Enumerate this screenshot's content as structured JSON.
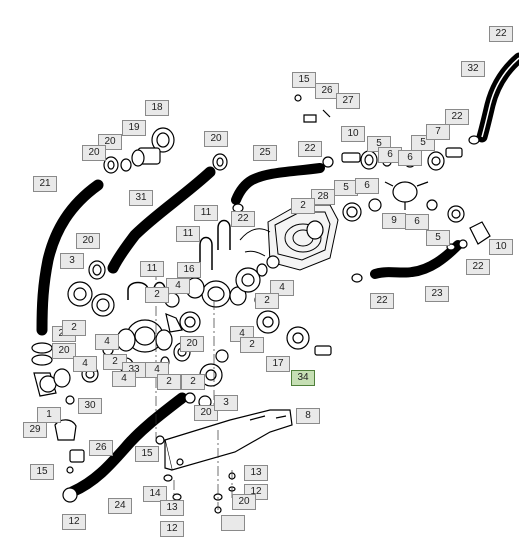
{
  "diagram": {
    "highlight_color": "#c6dfb4",
    "callouts": [
      {
        "id": "c-22-a",
        "label": "22"
      },
      {
        "id": "c-32",
        "label": "32"
      },
      {
        "id": "c-15-a",
        "label": "15"
      },
      {
        "id": "c-26-a",
        "label": "26"
      },
      {
        "id": "c-27",
        "label": "27"
      },
      {
        "id": "c-18",
        "label": "18"
      },
      {
        "id": "c-20-a",
        "label": "20"
      },
      {
        "id": "c-19",
        "label": "19"
      },
      {
        "id": "c-20-b",
        "label": "20"
      },
      {
        "id": "c-20-c",
        "label": "20"
      },
      {
        "id": "c-10-a",
        "label": "10"
      },
      {
        "id": "c-22-b",
        "label": "22"
      },
      {
        "id": "c-22-c",
        "label": "22"
      },
      {
        "id": "c-25",
        "label": "25"
      },
      {
        "id": "c-5-a",
        "label": "5"
      },
      {
        "id": "c-6-a",
        "label": "6"
      },
      {
        "id": "c-5-b",
        "label": "5"
      },
      {
        "id": "c-7",
        "label": "7"
      },
      {
        "id": "c-6-b",
        "label": "6"
      },
      {
        "id": "c-21",
        "label": "21"
      },
      {
        "id": "c-31",
        "label": "31"
      },
      {
        "id": "c-28",
        "label": "28"
      },
      {
        "id": "c-5-c",
        "label": "5"
      },
      {
        "id": "c-6-c",
        "label": "6"
      },
      {
        "id": "c-11-a",
        "label": "11"
      },
      {
        "id": "c-22-d",
        "label": "22"
      },
      {
        "id": "c-2-a",
        "label": "2"
      },
      {
        "id": "c-9",
        "label": "9"
      },
      {
        "id": "c-6-d",
        "label": "6"
      },
      {
        "id": "c-20-d",
        "label": "20"
      },
      {
        "id": "c-11-b",
        "label": "11"
      },
      {
        "id": "c-5-d",
        "label": "5"
      },
      {
        "id": "c-10-b",
        "label": "10"
      },
      {
        "id": "c-3-a",
        "label": "3"
      },
      {
        "id": "c-22-e",
        "label": "22"
      },
      {
        "id": "c-11-c",
        "label": "11"
      },
      {
        "id": "c-16",
        "label": "16"
      },
      {
        "id": "c-4-a",
        "label": "4"
      },
      {
        "id": "c-2-b",
        "label": "2"
      },
      {
        "id": "c-4-b",
        "label": "4"
      },
      {
        "id": "c-23",
        "label": "23"
      },
      {
        "id": "c-22-f",
        "label": "22"
      },
      {
        "id": "c-2-c",
        "label": "2"
      },
      {
        "id": "c-20-e",
        "label": "20"
      },
      {
        "id": "c-2-d",
        "label": "2"
      },
      {
        "id": "c-4-c",
        "label": "4"
      },
      {
        "id": "c-20-f",
        "label": "20"
      },
      {
        "id": "c-4-d",
        "label": "4"
      },
      {
        "id": "c-2-e",
        "label": "2"
      },
      {
        "id": "c-20-g",
        "label": "20"
      },
      {
        "id": "c-2-f",
        "label": "2"
      },
      {
        "id": "c-17",
        "label": "17"
      },
      {
        "id": "c-4-e",
        "label": "4"
      },
      {
        "id": "c-33",
        "label": "33"
      },
      {
        "id": "c-4-f",
        "label": "4"
      },
      {
        "id": "c-2-g",
        "label": "2"
      },
      {
        "id": "c-34",
        "label": "34",
        "highlight": true
      },
      {
        "id": "c-4-g",
        "label": "4"
      },
      {
        "id": "c-2-h",
        "label": "2"
      },
      {
        "id": "c-30",
        "label": "30"
      },
      {
        "id": "c-1",
        "label": "1"
      },
      {
        "id": "c-20-h",
        "label": "20"
      },
      {
        "id": "c-3-b",
        "label": "3"
      },
      {
        "id": "c-29",
        "label": "29"
      },
      {
        "id": "c-8",
        "label": "8"
      },
      {
        "id": "c-26-b",
        "label": "26"
      },
      {
        "id": "c-15-b",
        "label": "15"
      },
      {
        "id": "c-15-c",
        "label": "15"
      },
      {
        "id": "c-13-a",
        "label": "13"
      },
      {
        "id": "c-14",
        "label": "14"
      },
      {
        "id": "c-12-a",
        "label": "12"
      },
      {
        "id": "c-13-b",
        "label": "13"
      },
      {
        "id": "c-24",
        "label": "24"
      },
      {
        "id": "c-20-i",
        "label": "20"
      },
      {
        "id": "c-12-b",
        "label": "12"
      },
      {
        "id": "c-12-c",
        "label": "12"
      }
    ]
  }
}
